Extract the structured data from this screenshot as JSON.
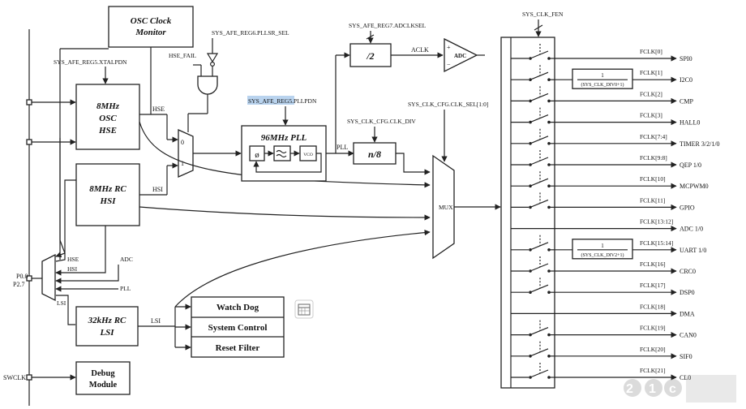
{
  "pins": {
    "p00": "P0.0",
    "p27": "P2.7",
    "swclk": "SWCLK"
  },
  "signals": {
    "xtalpdn": "SYS_AFE_REG5.XTALPDN",
    "hse_fail": "HSE_FAIL",
    "pllsr_sel": "SYS_AFE_REG6.PLLSR_SEL",
    "pllpdn": "SYS_AFE_REG5.PLLPDN",
    "adclksel": "SYS_AFE_REG7.ADCLKSEL",
    "clk_div": "SYS_CLK_CFG.CLK_DIV",
    "clk_sel": "SYS_CLK_CFG.CLK_SEL[1:0]",
    "clk_fen": "SYS_CLK_FEN",
    "hse": "HSE",
    "hsi": "HSI",
    "lsi": "LSI",
    "pll": "PLL",
    "aclk": "ACLK",
    "mux_in0": "0",
    "mux_in1": "1"
  },
  "blocks": {
    "osc_monitor": {
      "line1": "OSC Clock",
      "line2": "Monitor"
    },
    "hse": {
      "line1": "8MHz",
      "line2": "OSC",
      "line3": "HSE"
    },
    "hsi": {
      "line1": "8MHz RC",
      "line2": "HSI"
    },
    "lsi": {
      "line1": "32kHz RC",
      "line2": "LSI"
    },
    "debug": {
      "line1": "Debug",
      "line2": "Module"
    },
    "lsi_users": [
      "Watch Dog",
      "System Control",
      "Reset Filter"
    ],
    "pll": {
      "title": "96MHz PLL",
      "vco": "VCO"
    },
    "adc_div": "/2",
    "adc": "ADC",
    "adc_in": "ADC",
    "clk_div": "n/8",
    "mux": "MUX"
  },
  "fclk": [
    {
      "name": "FCLK[0]",
      "periph": "SPI0",
      "switch": true,
      "div": null
    },
    {
      "name": "FCLK[1]",
      "periph": "I2C0",
      "switch": true,
      "div": {
        "num": "1",
        "den": "(SYS_CLK_DIV0+1)"
      }
    },
    {
      "name": "FCLK[2]",
      "periph": "CMP",
      "switch": true,
      "div": null
    },
    {
      "name": "FCLK[3]",
      "periph": "HALL0",
      "switch": true,
      "div": null
    },
    {
      "name": "FCLK[7:4]",
      "periph": "TIMER 3/2/1/0",
      "switch": true,
      "div": null
    },
    {
      "name": "FCLK[9:8]",
      "periph": "QEP 1/0",
      "switch": true,
      "div": null
    },
    {
      "name": "FCLK[10]",
      "periph": "MCPWM0",
      "switch": true,
      "div": null
    },
    {
      "name": "FCLK[11]",
      "periph": "GPIO",
      "switch": true,
      "div": null
    },
    {
      "name": "FCLK[13:12]",
      "periph": "ADC 1/0",
      "switch": false,
      "div": null
    },
    {
      "name": "FCLK[15:14]",
      "periph": "UART 1/0",
      "switch": true,
      "div": {
        "num": "1",
        "den": "(SYS_CLK_DIV2+1)"
      }
    },
    {
      "name": "FCLK[16]",
      "periph": "CRC0",
      "switch": true,
      "div": null
    },
    {
      "name": "FCLK[17]",
      "periph": "DSP0",
      "switch": true,
      "div": null
    },
    {
      "name": "FCLK[18]",
      "periph": "DMA",
      "switch": false,
      "div": null
    },
    {
      "name": "FCLK[19]",
      "periph": "CAN0",
      "switch": true,
      "div": null
    },
    {
      "name": "FCLK[20]",
      "periph": "SIF0",
      "switch": true,
      "div": null
    },
    {
      "name": "FCLK[21]",
      "periph": "CL0",
      "switch": true,
      "div": null
    }
  ]
}
